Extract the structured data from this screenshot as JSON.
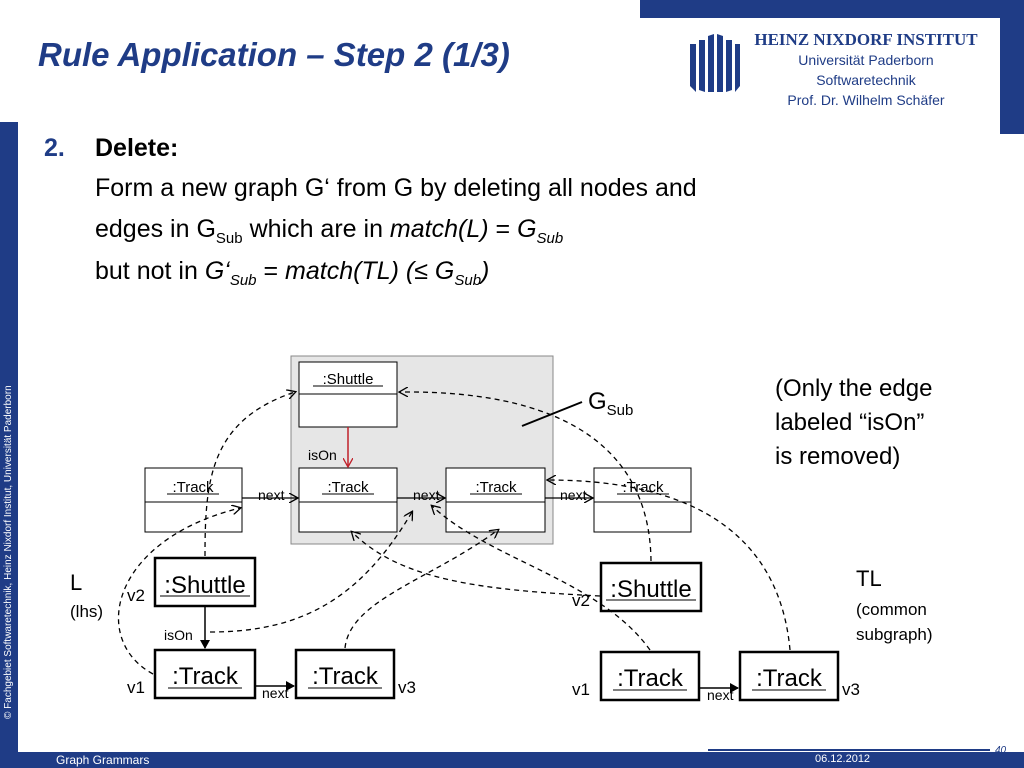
{
  "title": "Rule Application – Step 2 (1/3)",
  "institute": {
    "name": "HEINZ NIXDORF INSTITUT",
    "line1": "Universität Paderborn",
    "line2": "Softwaretechnik",
    "line3": "Prof. Dr. Wilhelm Schäfer"
  },
  "side_text": "© Fachgebiet Softwaretechnik, Heinz Nixdorf Institut, Universität Paderborn",
  "item": {
    "number": "2.",
    "heading": "Delete:",
    "line1": "Form a new graph G‘ from G by deleting all nodes and",
    "line2a": "edges in G",
    "line2sub": "Sub",
    "line2b": " which are in ",
    "line2c": "match(L)",
    "line2d": " = ",
    "line2e": "G",
    "line2esub": "Sub",
    "line3a": "but not in ",
    "line3b": "G‘",
    "line3bsub": "Sub",
    "line3c": " = ",
    "line3d": "match(TL) (",
    "line3e": "≤",
    "line3f": " G",
    "line3fsub": "Sub",
    "line3g": ")"
  },
  "note": {
    "line1": "(Only the edge",
    "line2": "labeled “isOn”",
    "line3": "is removed)"
  },
  "gsub": {
    "main": "G",
    "sub": "Sub"
  },
  "host": {
    "shuttle": ":Shuttle",
    "track": ":Track",
    "isOn": "isOn",
    "next": "next"
  },
  "lhs": {
    "label": "L",
    "sublabel": "(lhs)",
    "shuttle": ":Shuttle",
    "track": ":Track",
    "v1": "v1",
    "v2": "v2",
    "v3": "v3",
    "isOn": "isOn",
    "next": "next"
  },
  "tl": {
    "label": "TL",
    "sublabel1": "(common",
    "sublabel2": "subgraph)",
    "shuttle": ":Shuttle",
    "track": ":Track",
    "v1": "v1",
    "v2": "v2",
    "v3": "v3",
    "next": "next"
  },
  "footer": {
    "left": "Graph Grammars",
    "date": "06.12.2012",
    "page": "40"
  },
  "colors": {
    "brand": "#1f3c86",
    "deleted_edge": "#c0202a",
    "gsub_fill": "#e6e6e6"
  }
}
